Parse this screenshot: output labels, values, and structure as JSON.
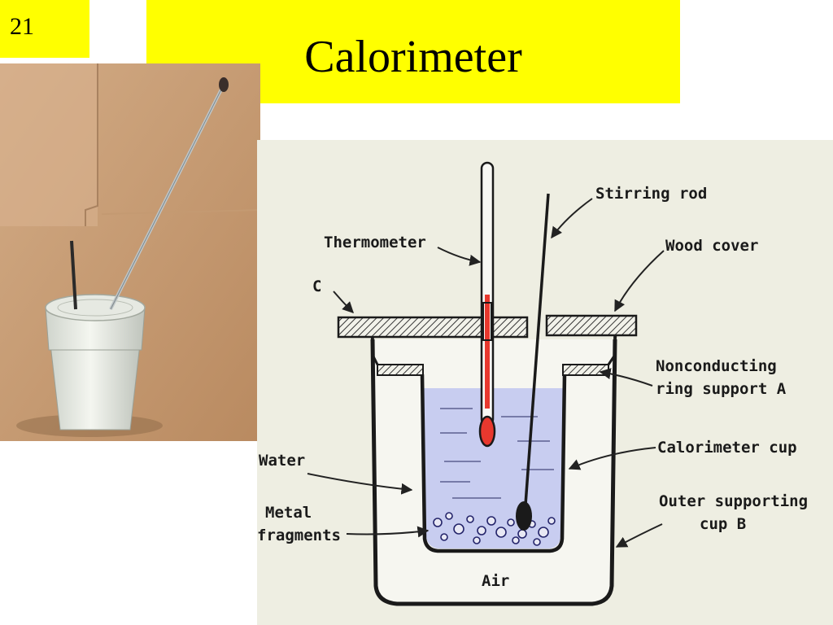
{
  "slide": {
    "number": "21",
    "title": "Calorimeter"
  },
  "colors": {
    "title_bg": "#ffff00",
    "water": "#c8cdf0",
    "thermometer_liquid": "#e8382e",
    "paper": "#eeeee2"
  },
  "photo": {
    "subject": "foam-cup-calorimeter-with-thermometer-and-stirrer"
  },
  "diagram": {
    "labels": {
      "stirring_rod": "Stirring rod",
      "thermometer": "Thermometer",
      "c": "C",
      "wood_cover": "Wood cover",
      "ring_line1": "Nonconducting",
      "ring_line2": "ring support A",
      "water": "Water",
      "calorimeter_cup": "Calorimeter cup",
      "metal_line1": "Metal",
      "metal_line2": "fragments",
      "outer_line1": "Outer supporting",
      "outer_line2": "cup B",
      "air": "Air"
    }
  }
}
